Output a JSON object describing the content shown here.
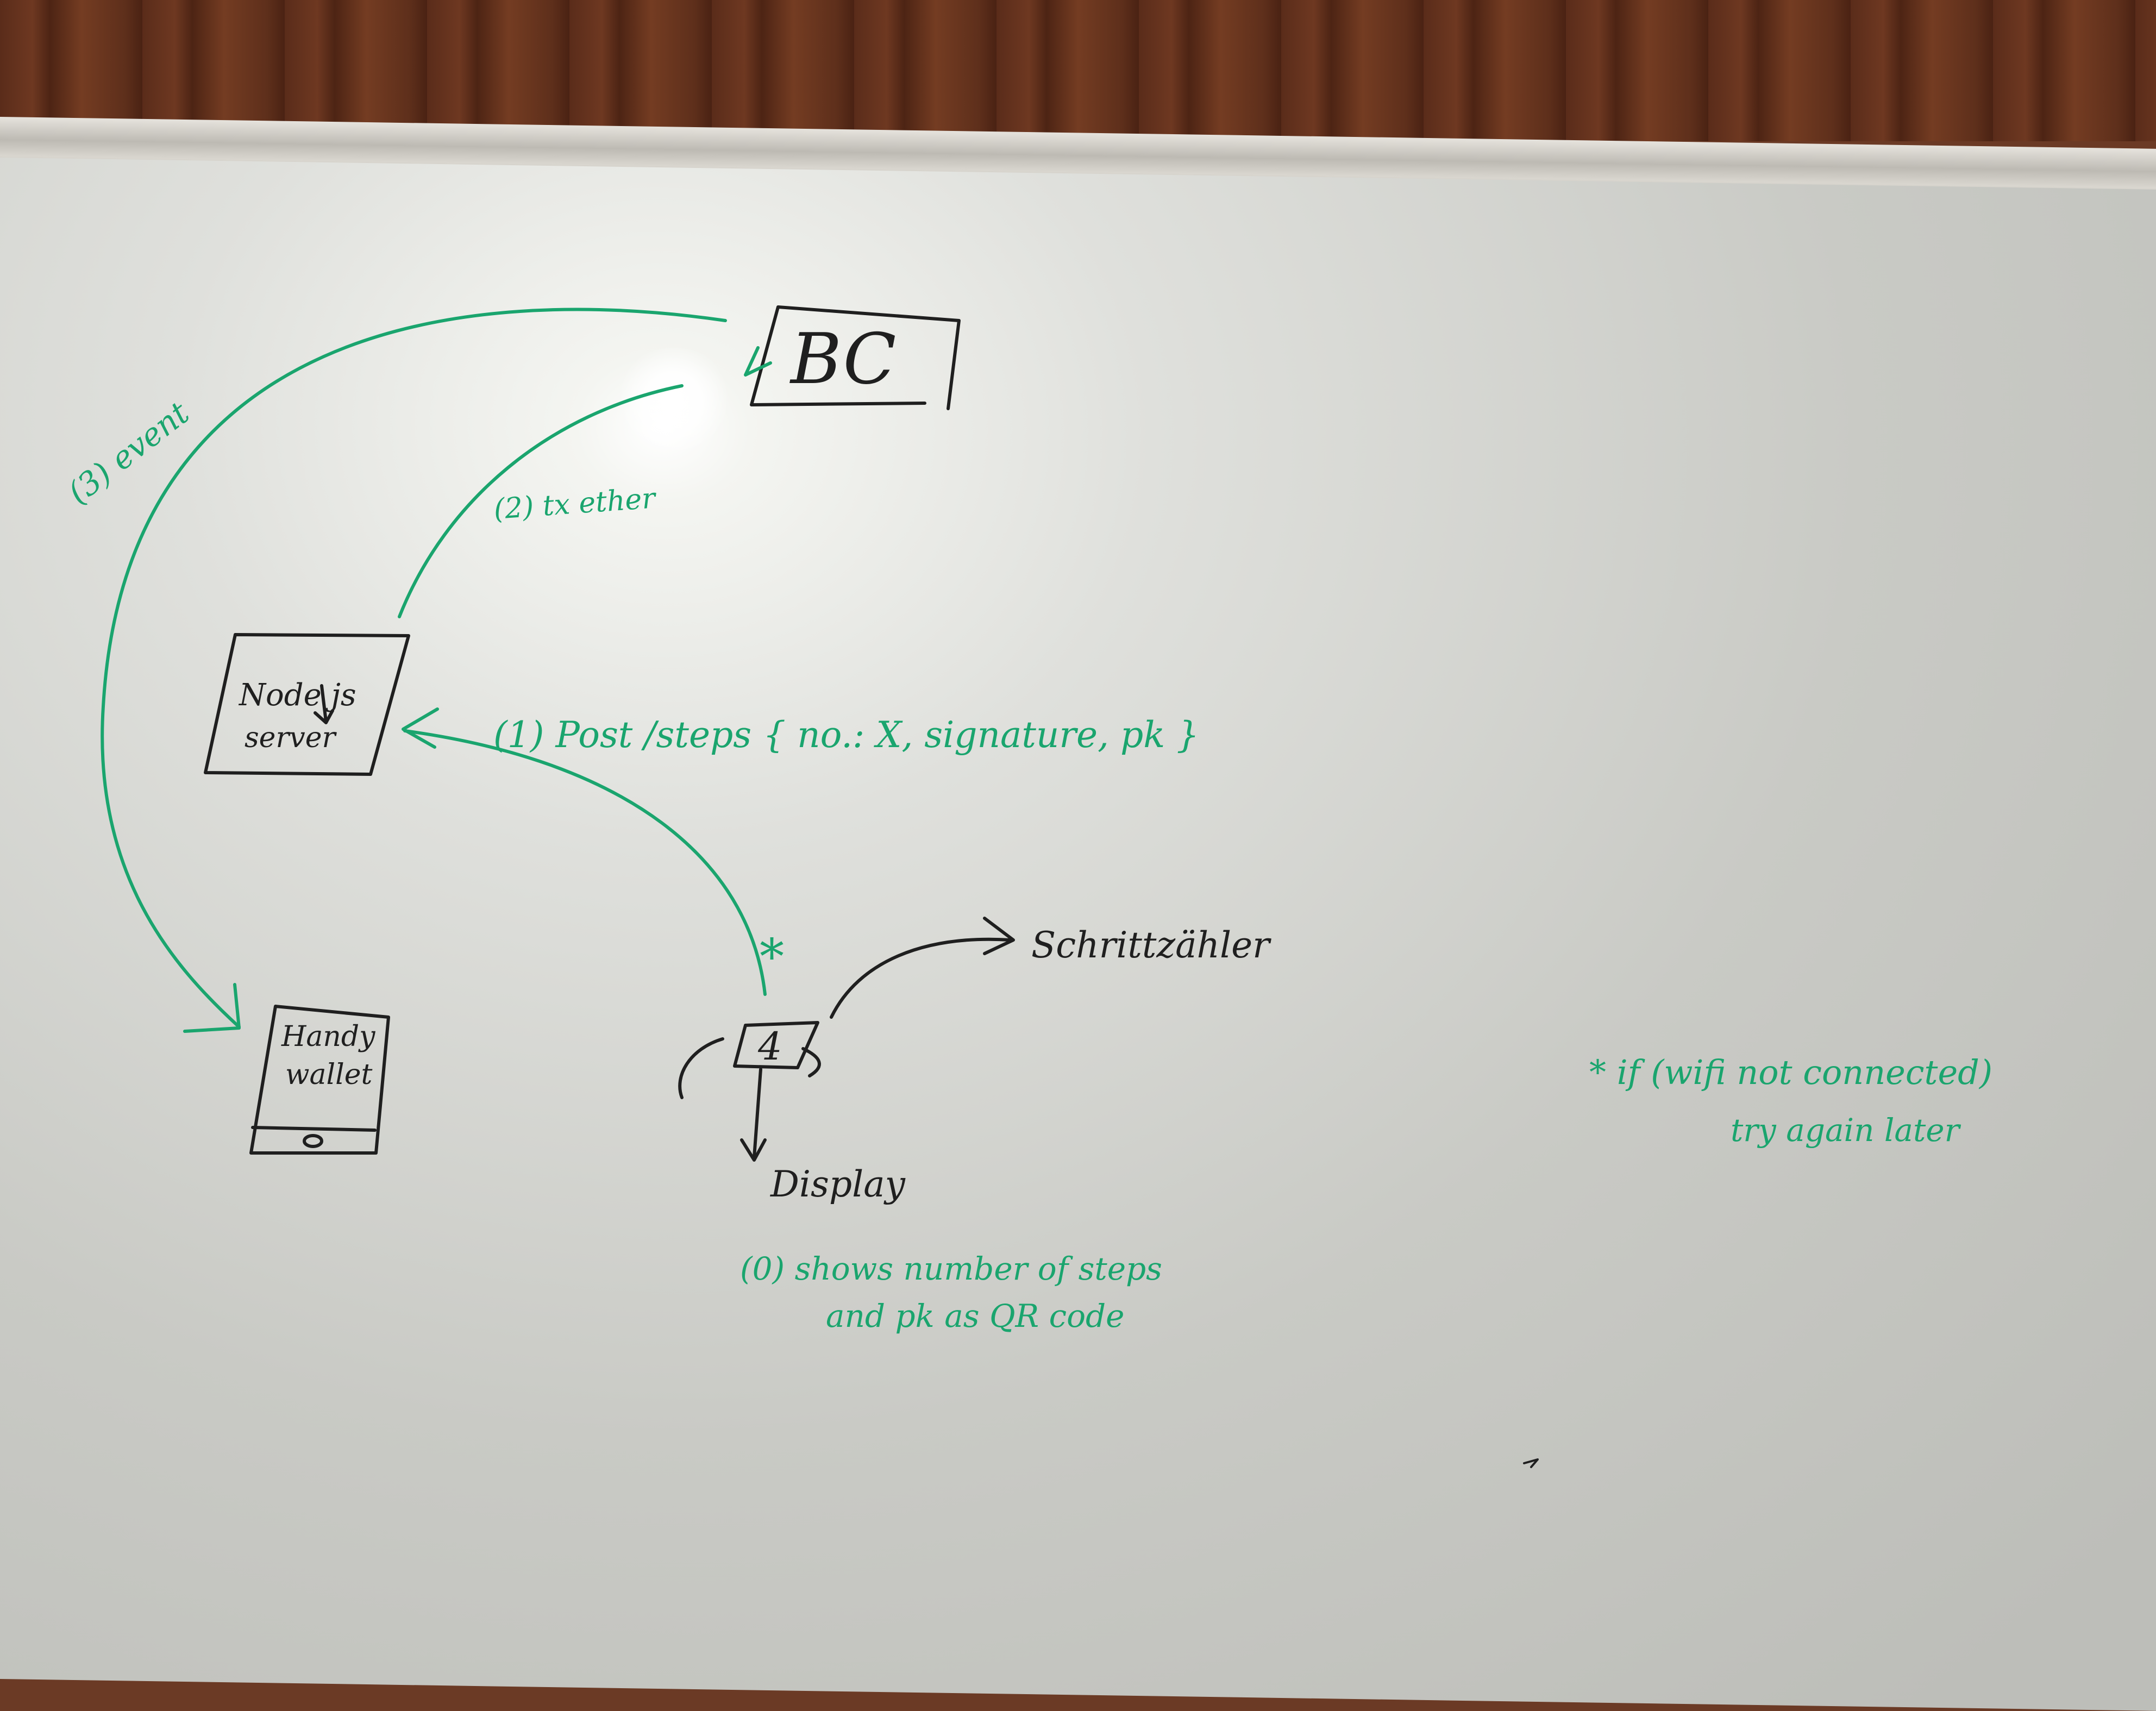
{
  "nodes": {
    "bc": "BC",
    "node_server_line1": "Node js",
    "node_server_line2": "server",
    "wallet_line1": "Handy",
    "wallet_line2": "wallet",
    "device": "4",
    "schrittzaehler": "Schrittzähler",
    "display": "Display"
  },
  "edges": {
    "event": "(3) event",
    "tx_ether": "(2) tx ether",
    "post_steps": "(1) Post /steps { no.: X, signature, pk }",
    "star": "*"
  },
  "notes": {
    "shows_line1": "(0) shows number of steps",
    "shows_line2": "and pk as QR code",
    "wifi_line1": "* if (wifi not connected)",
    "wifi_line2": "try again later"
  },
  "colors": {
    "black_ink": "#1f1f1f",
    "green_ink": "#1aa56e",
    "board": "#e2e3df",
    "wall": "#6b3a25"
  }
}
